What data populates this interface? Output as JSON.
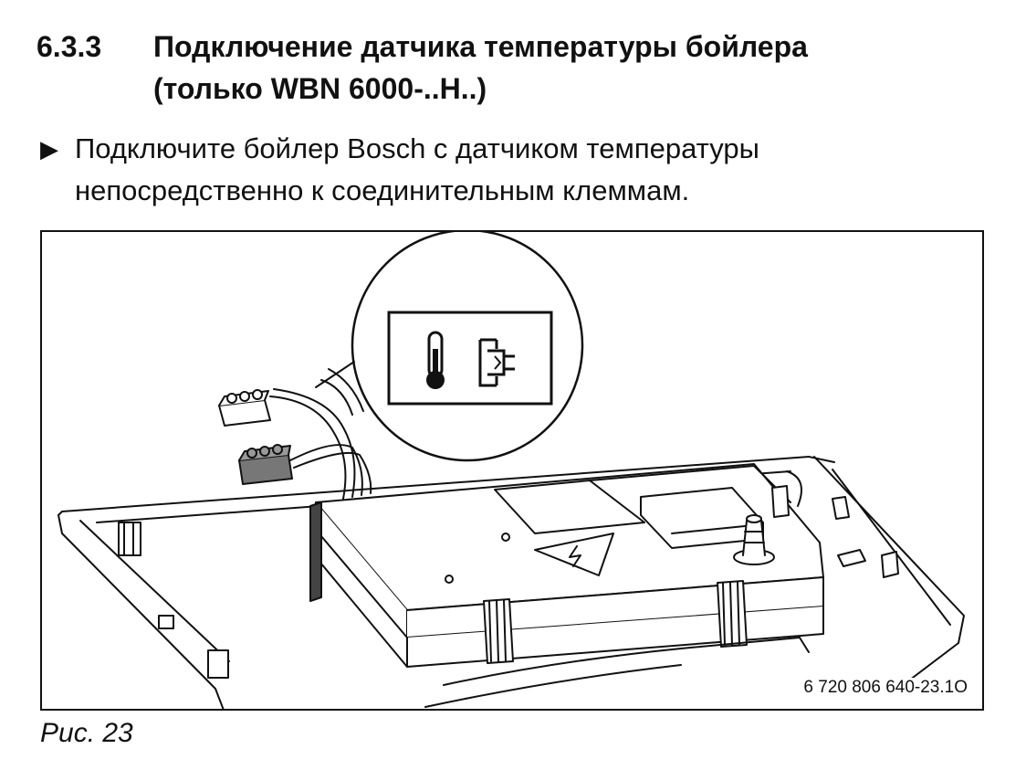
{
  "section": {
    "number": "6.3.3",
    "title_line1": "Подключение датчика температуры бойлера",
    "title_line2": "(только WBN 6000-..H..)"
  },
  "instruction": {
    "bullet": "▶",
    "line1": "Подключите бойлер Bosch с датчиком температуры",
    "line2": "непосредственно к соединительным клеммам."
  },
  "figure": {
    "code": "6 720 806 640-23.1O",
    "icons": [
      "thermometer-icon",
      "hot-water-tank-icon",
      "electrical-warning-icon"
    ]
  },
  "caption": "Рис. 23"
}
